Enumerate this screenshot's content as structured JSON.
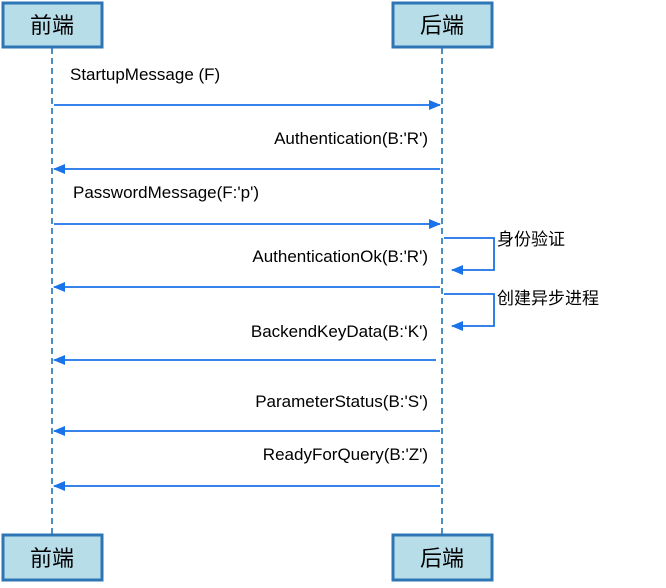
{
  "actors": {
    "frontend": "前端",
    "backend": "后端"
  },
  "messages": [
    {
      "label": "StartupMessage (F)",
      "direction": "to-backend"
    },
    {
      "label": "Authentication(B:'R')",
      "direction": "to-frontend"
    },
    {
      "label": "PasswordMessage(F:'p')",
      "direction": "to-backend"
    },
    {
      "label": "AuthenticationOk(B:'R')",
      "direction": "to-frontend"
    },
    {
      "label": "BackendKeyData(B:‘K')",
      "direction": "to-frontend"
    },
    {
      "label": "ParameterStatus(B:'S')",
      "direction": "to-frontend"
    },
    {
      "label": "ReadyForQuery(B:'Z')",
      "direction": "to-frontend"
    }
  ],
  "self_messages": [
    {
      "label": "身份验证"
    },
    {
      "label": "创建异步进程"
    }
  ],
  "colors": {
    "actor_fill": "#b7dde8",
    "actor_border": "#2e75b6",
    "lifeline": "#4a90c8",
    "arrow": "#1a73e8"
  }
}
